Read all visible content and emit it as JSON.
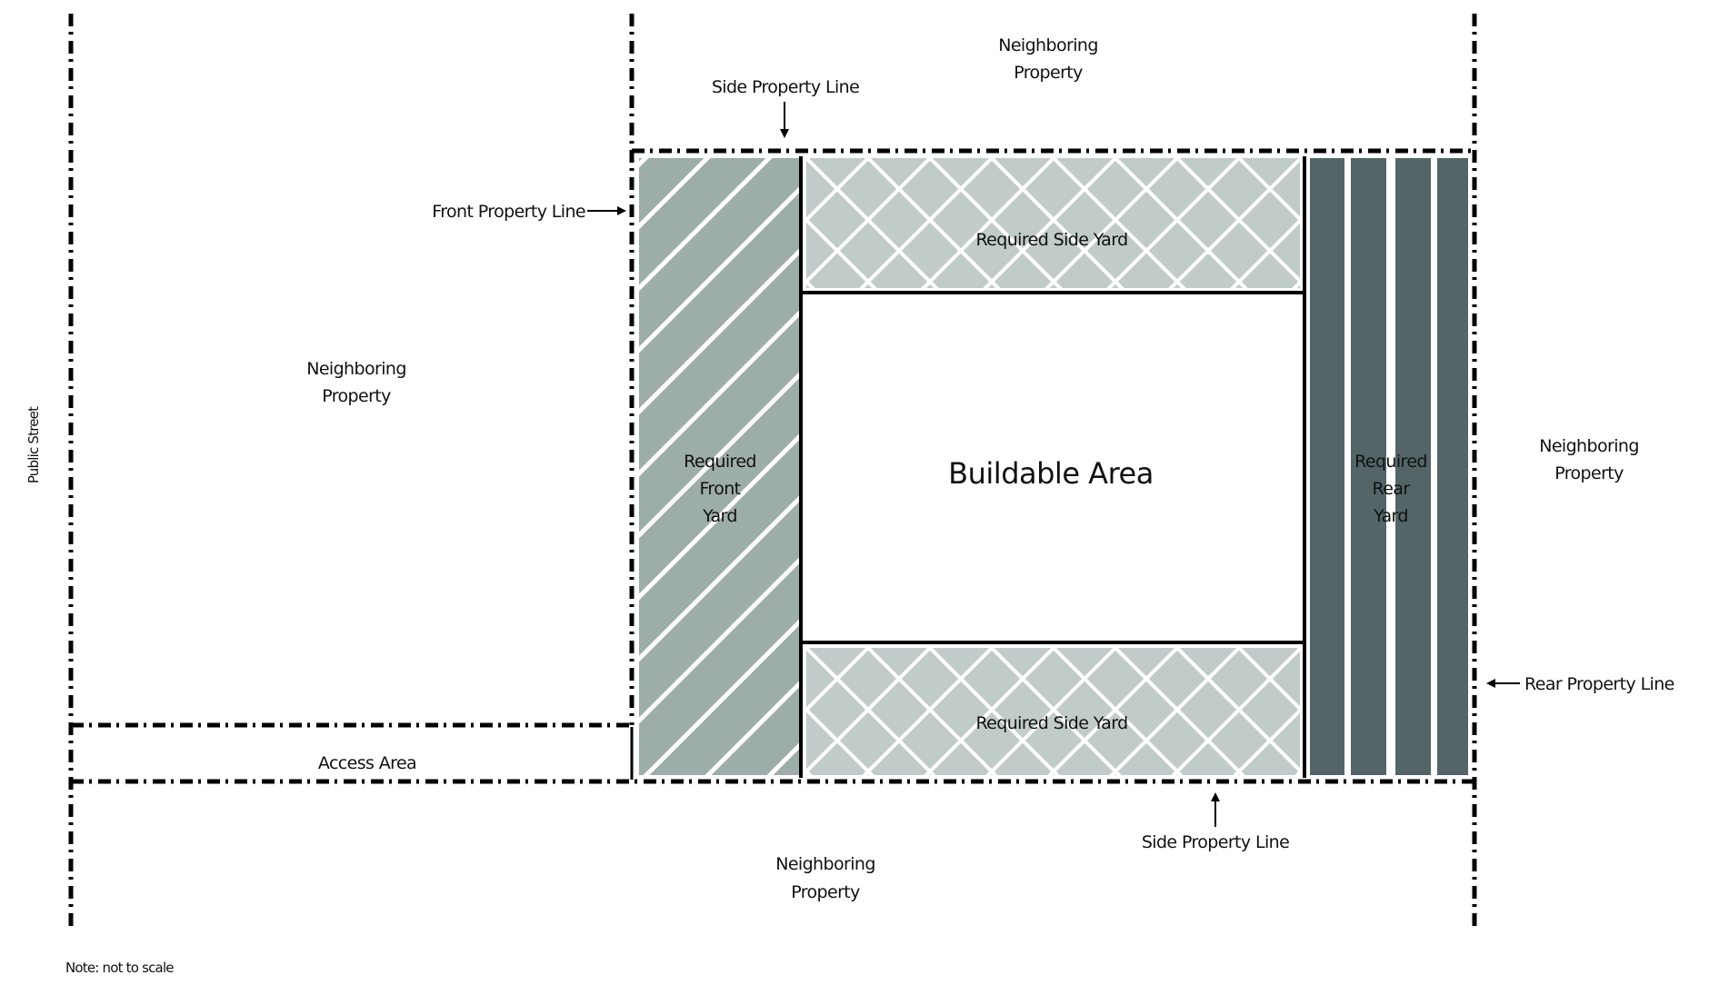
{
  "diagram": {
    "title": "Yard Requirements Site Plan",
    "note": "Note: not to scale",
    "street_label": "Public Street",
    "neighbors": {
      "top": [
        "Neighboring",
        "Property"
      ],
      "left": [
        "Neighboring",
        "Property"
      ],
      "right": [
        "Neighboring",
        "Property"
      ],
      "bottom": [
        "Neighboring",
        "Property"
      ]
    },
    "property_lines": {
      "front": "Front Property Line",
      "side_top": "Side Property Line",
      "side_bottom": "Side Property Line",
      "rear": "Rear Property Line"
    },
    "zones": {
      "front_yard": [
        "Required",
        "Front",
        "Yard"
      ],
      "side_yard_top": "Required Side Yard",
      "side_yard_bottom": "Required Side Yard",
      "buildable": "Buildable Area",
      "rear_yard": [
        "Required",
        "Rear",
        "Yard"
      ],
      "access": "Access Area"
    },
    "colors": {
      "front_yard": "#9dadaa",
      "side_yard": "#c1cbc9",
      "rear_yard": "#536567",
      "hatch": "#ffffff",
      "line": "#000000"
    }
  }
}
